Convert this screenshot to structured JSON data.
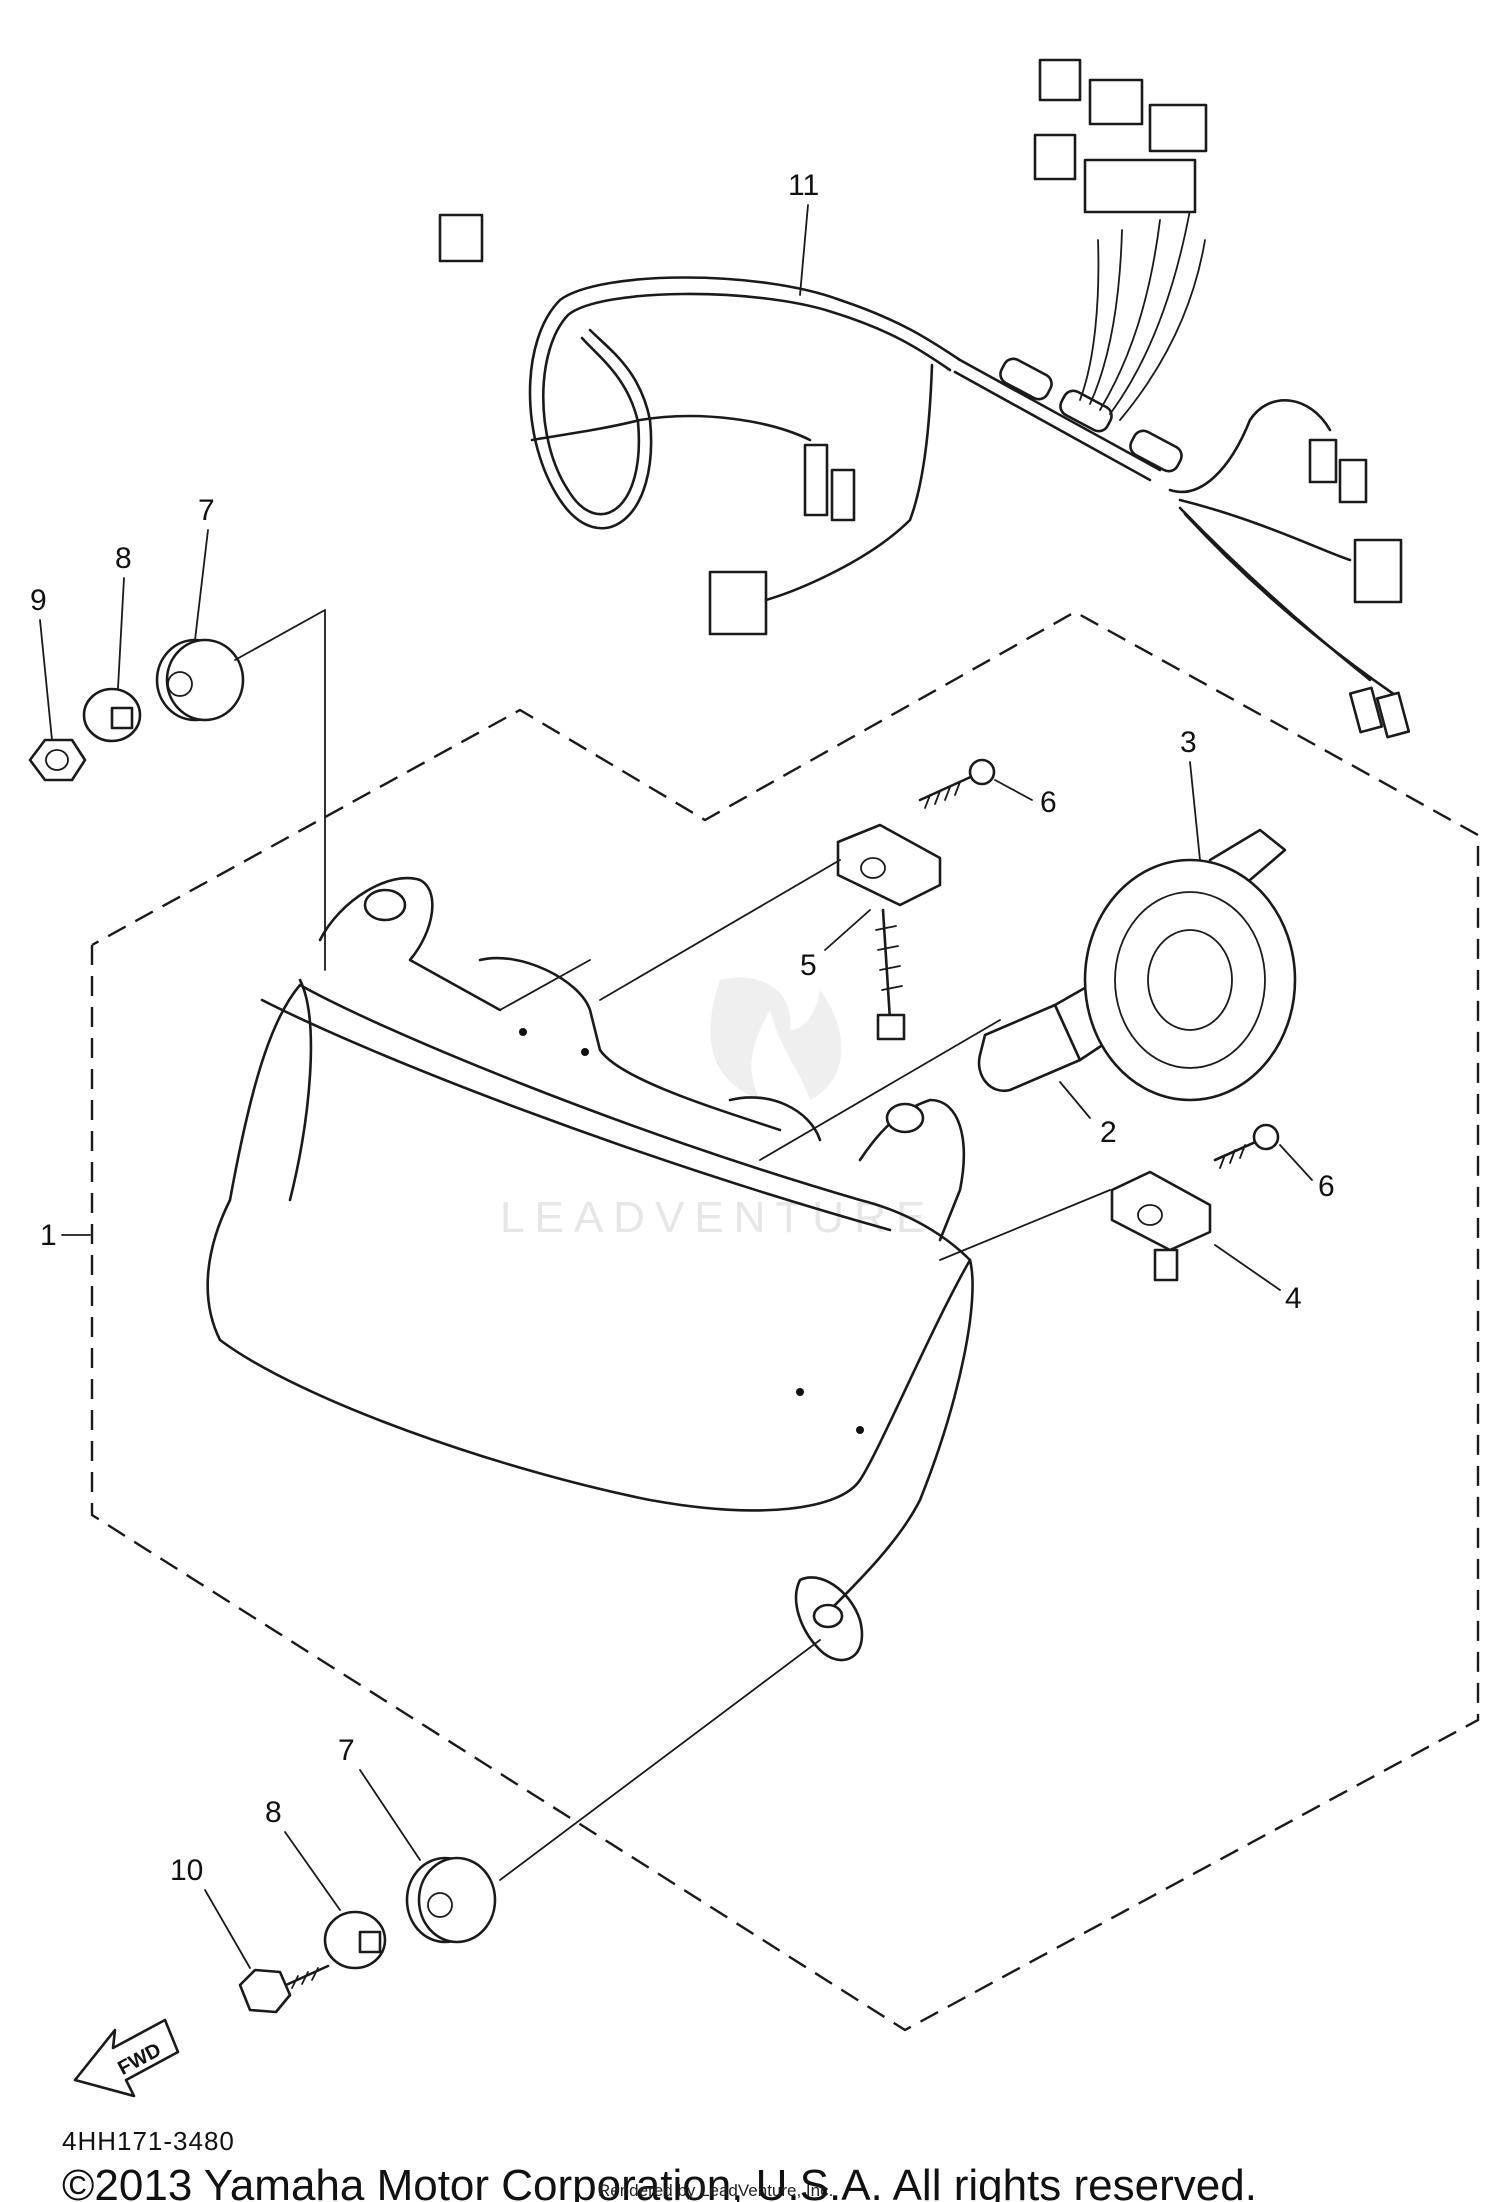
{
  "diagram": {
    "diagram_code": "4HH171-3480",
    "copyright": "©2013 Yamaha Motor Corporation, U.S.A. All rights reserved.",
    "rendered_by": "Rendered by LeadVenture, Inc.",
    "watermark": "LEADVENTURE",
    "forward_arrow_label": "FWD",
    "callouts": {
      "p1": "1",
      "p2": "2",
      "p3": "3",
      "p4": "4",
      "p5": "5",
      "p6a": "6",
      "p6b": "6",
      "p7a": "7",
      "p7b": "7",
      "p8a": "8",
      "p8b": "8",
      "p9": "9",
      "p10": "10",
      "p11": "11"
    }
  }
}
